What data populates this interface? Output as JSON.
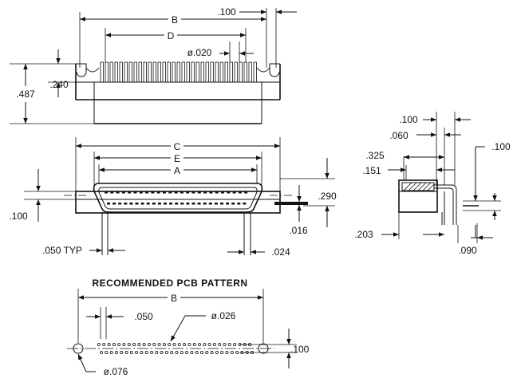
{
  "labels": {
    "B_top": "B",
    "D": "D",
    "pitch_100": ".100",
    "dia_020": "ø.020",
    "h_240": ".240",
    "h_487": ".487",
    "C": "C",
    "E": "E",
    "A": "A",
    "h_290": ".290",
    "h_100_left": ".100",
    "t_016": ".016",
    "pitch_050_typ": ".050  TYP",
    "w_024": ".024",
    "side_100": ".100",
    "side_060": ".060",
    "side_325": ".325",
    "side_151": ".151",
    "side_100_right": ".100",
    "side_203": ".203",
    "side_090": ".090",
    "pcb_title": "RECOMMENDED  PCB  PATTERN",
    "B_pcb": "B",
    "pcb_050": ".050",
    "pcb_dia_026": "ø.026",
    "pcb_100": ".100",
    "pcb_dia_076": "ø.076"
  },
  "colors": {
    "line": "#111111",
    "background": "#ffffff"
  }
}
